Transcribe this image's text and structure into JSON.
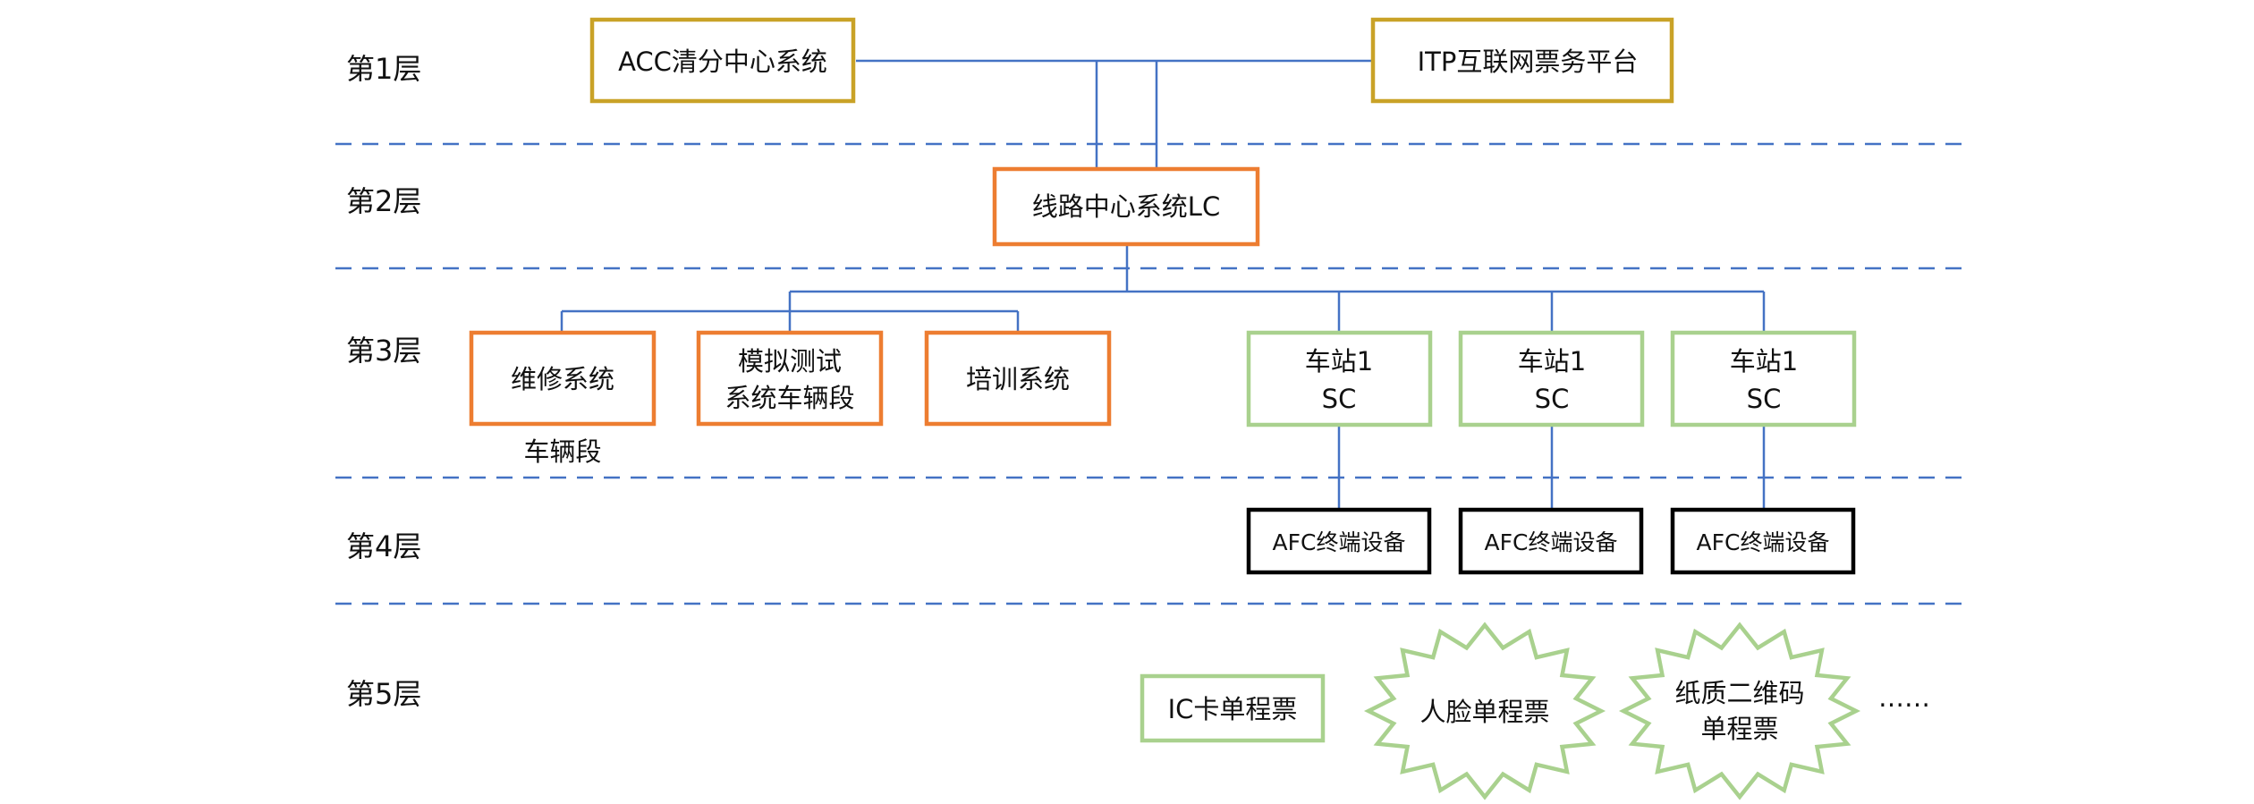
{
  "colors": {
    "gold": "#C9A227",
    "orange": "#ED7D31",
    "green": "#A9D18E",
    "black": "#000000",
    "line": "#4472C4",
    "text": "#111111"
  },
  "layers": [
    {
      "label": "第1层"
    },
    {
      "label": "第2层"
    },
    {
      "label": "第3层"
    },
    {
      "label": "第4层"
    },
    {
      "label": "第5层"
    }
  ],
  "nodes": {
    "acc": {
      "lines": [
        "ACC清分中心系统"
      ]
    },
    "itp": {
      "lines": [
        "ITP互联网票务平台"
      ]
    },
    "lc": {
      "lines": [
        "线路中心系统LC"
      ]
    },
    "maintenance": {
      "lines": [
        "维修系统"
      ]
    },
    "simulation": {
      "lines": [
        "模拟测试",
        "系统车辆段"
      ]
    },
    "training": {
      "lines": [
        "培训系统"
      ]
    },
    "station_a": {
      "lines": [
        "车站1",
        "SC"
      ]
    },
    "station_b": {
      "lines": [
        "车站1",
        "SC"
      ]
    },
    "station_c": {
      "lines": [
        "车站1",
        "SC"
      ]
    },
    "afc_a": {
      "lines": [
        "AFC终端设备"
      ]
    },
    "afc_b": {
      "lines": [
        "AFC终端设备"
      ]
    },
    "afc_c": {
      "lines": [
        "AFC终端设备"
      ]
    },
    "ic_ticket": {
      "lines": [
        "IC卡单程票"
      ]
    },
    "face_ticket": {
      "lines": [
        "人脸单程票"
      ]
    },
    "qr_ticket": {
      "lines": [
        "纸质二维码",
        "单程票"
      ]
    }
  },
  "annotations": {
    "depot": "车辆段",
    "ellipsis": "……"
  }
}
